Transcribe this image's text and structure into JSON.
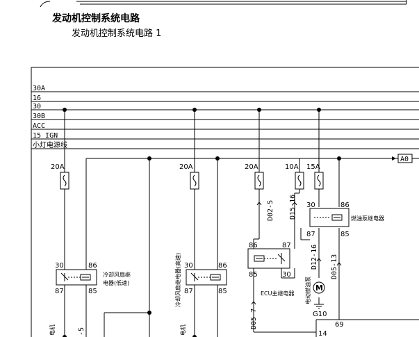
{
  "header": {
    "title": "发动机控制系统电路",
    "subtitle": "发动机控制系统电路 1"
  },
  "bus_lines": [
    "30A",
    "16",
    "30",
    "30B",
    "ACC",
    "15 IGN",
    "小灯电源线"
  ],
  "fuses": [
    "20A",
    "20A",
    "20A",
    "10A",
    "15A"
  ],
  "connector_a0": "A0",
  "wire_codes": {
    "d02_5": "D02-5",
    "d15_16": "D15-16",
    "d12_16": "D12-16",
    "d05_13": "D05-13",
    "d05_7": "D05-7",
    "partial_5": "-5"
  },
  "relays": {
    "fan_low": {
      "label_line1": "冷却风扇继",
      "label_line2": "电器(低速)",
      "pins": [
        "30",
        "86",
        "87",
        "85"
      ]
    },
    "fan_high": {
      "label": "冷却风扇继电器(高速)",
      "pins": [
        "30",
        "86",
        "87",
        "85"
      ]
    },
    "ecu_main": {
      "label": "ECU主继电器",
      "pins": [
        "86",
        "87",
        "85",
        "30"
      ]
    },
    "fuel_pump": {
      "label": "燃油泵继电器",
      "pins": [
        "30",
        "86",
        "87",
        "85"
      ]
    }
  },
  "fuel_pump_motor": {
    "label": "电动燃油泵",
    "symbol": "M",
    "ground": "G10"
  },
  "ecu_pins": [
    "69",
    "14"
  ],
  "motor_labels": [
    "电机",
    "电机"
  ]
}
